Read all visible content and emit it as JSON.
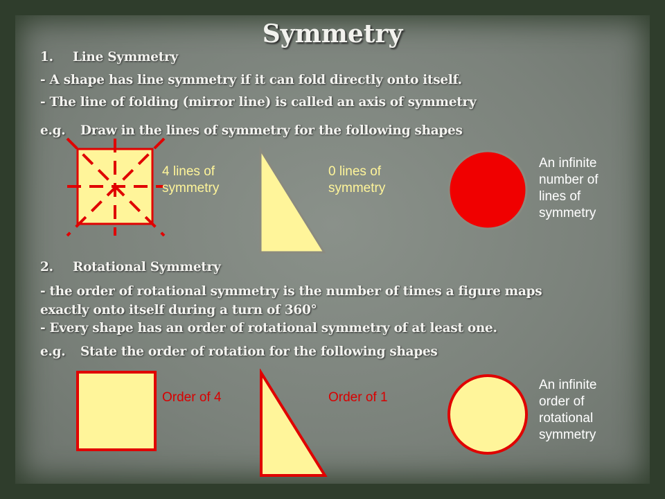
{
  "title": "Symmetry",
  "section1": {
    "number": "1.",
    "heading": "Line Symmetry",
    "line1": "- A shape has line symmetry if it can fold directly onto itself.",
    "line2": "- The line of folding (mirror line) is called an axis of symmetry",
    "example_prefix": "e.g.",
    "example_text": "Draw in the lines of symmetry for the following shapes",
    "labels": {
      "square": [
        "4 lines of",
        "symmetry"
      ],
      "triangle": [
        "0 lines of",
        "symmetry"
      ],
      "circle": [
        "An infinite",
        "number of",
        "lines of",
        "symmetry"
      ]
    }
  },
  "section2": {
    "number": "2.",
    "heading": "Rotational Symmetry",
    "line1": "- the order of rotational symmetry is the number of times a figure maps",
    "line1b": "exactly onto itself during a turn of 360°",
    "line2": "- Every shape has an order of rotational symmetry of at least one.",
    "example_prefix": "e.g.",
    "example_text": "State the order of rotation for the following shapes",
    "labels": {
      "square": "Order of 4",
      "triangle": "Order of 1",
      "circle": [
        "An infinite",
        "order of",
        "rotational",
        "symmetry"
      ]
    }
  },
  "colors": {
    "fill": "#fff59a",
    "red": "#e00000",
    "label_yellow": "#fff59a",
    "label_red": "#d80000"
  }
}
